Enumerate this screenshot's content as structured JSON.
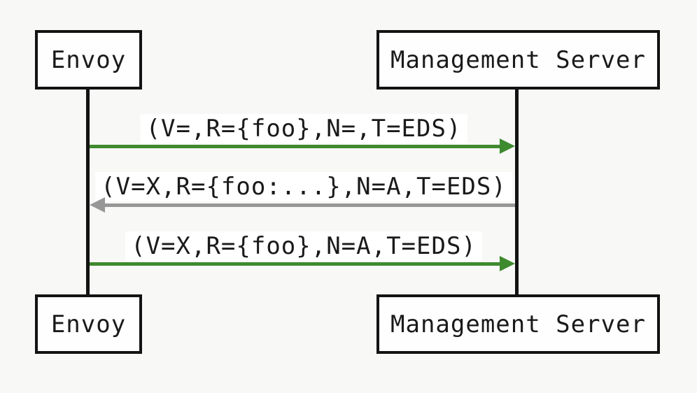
{
  "diagram": {
    "type": "sequence",
    "background_color": "#f8f8f7",
    "line_color": "#131313",
    "request_arrow_color": "#3e8a2f",
    "response_arrow_color": "#979797",
    "actors_top": [
      {
        "label": "Envoy"
      },
      {
        "label": "Management Server"
      }
    ],
    "actors_bottom": [
      {
        "label": "Envoy"
      },
      {
        "label": "Management Server"
      }
    ],
    "messages": [
      {
        "label": "(V=,R={foo},N=,T=EDS)",
        "from": "Envoy",
        "to": "Management Server",
        "direction": "right"
      },
      {
        "label": "(V=X,R={foo:...},N=A,T=EDS)",
        "from": "Management Server",
        "to": "Envoy",
        "direction": "left"
      },
      {
        "label": "(V=X,R={foo},N=A,T=EDS)",
        "from": "Envoy",
        "to": "Management Server",
        "direction": "right"
      }
    ]
  }
}
